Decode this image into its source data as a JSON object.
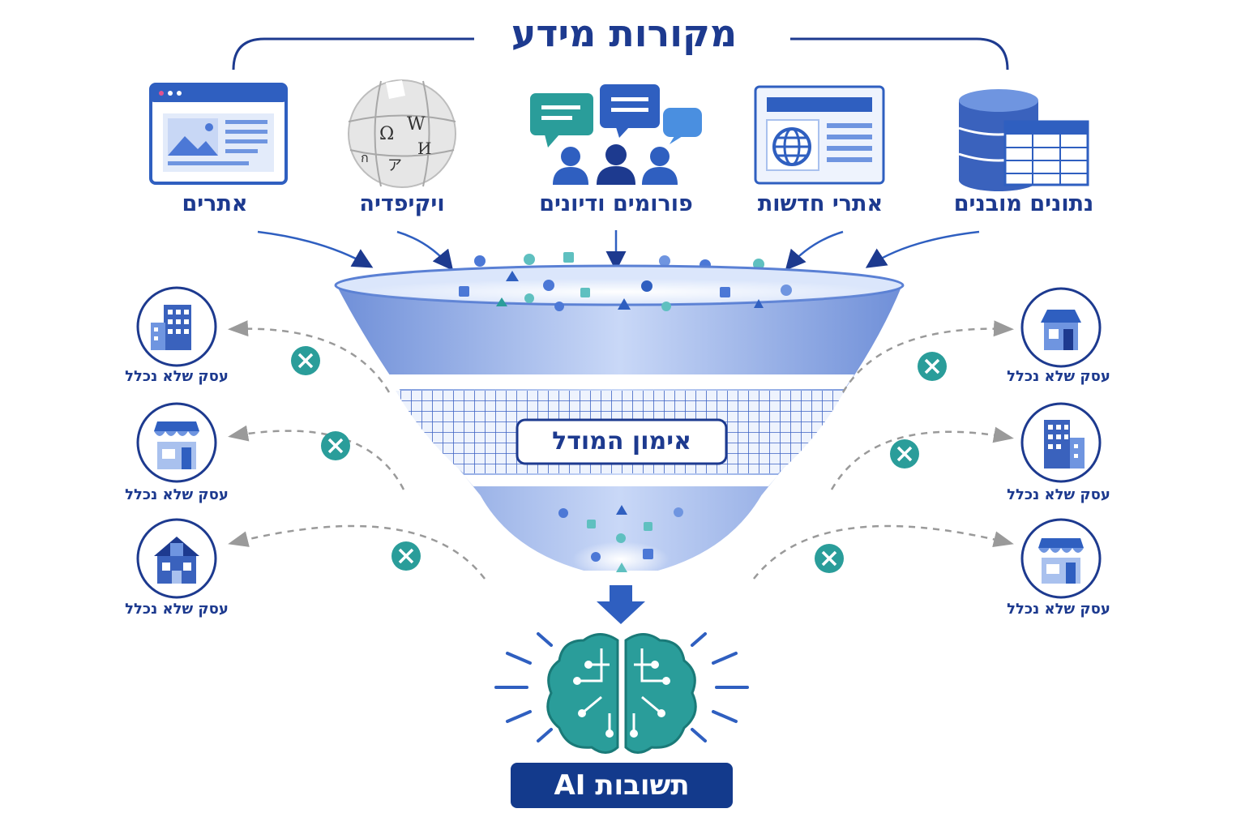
{
  "title": "מקורות מידע",
  "sources": [
    {
      "label": "נתונים מובנים",
      "icon": "database-table-icon"
    },
    {
      "label": "אתרי חדשות",
      "icon": "news-site-icon"
    },
    {
      "label": "פורומים ודיונים",
      "icon": "forum-discussion-icon"
    },
    {
      "label": "ויקיפדיה",
      "icon": "wikipedia-globe-icon"
    },
    {
      "label": "אתרים",
      "icon": "website-window-icon"
    }
  ],
  "funnel_label": "אימון המודל",
  "excluded_business_label": "עסק שלא נכלל",
  "excluded_businesses": {
    "left": [
      {
        "label": "עסק שלא נכלל",
        "icon": "office-building-icon"
      },
      {
        "label": "עסק שלא נכלל",
        "icon": "storefront-icon"
      },
      {
        "label": "עסק שלא נכלל",
        "icon": "house-icon"
      }
    ],
    "right": [
      {
        "label": "עסק שלא נכלל",
        "icon": "shop-house-icon"
      },
      {
        "label": "עסק שלא נכלל",
        "icon": "office-building-icon"
      },
      {
        "label": "עסק שלא נכלל",
        "icon": "storefront-icon"
      }
    ]
  },
  "output_label": "תשובות AI",
  "output_icon": "ai-brain-circuit-icon",
  "colors": {
    "navy": "#1d3a8f",
    "blue": "#2f5fc0",
    "teal": "#2a9d9a",
    "light_blue": "#a9c1ee",
    "gray_arrow": "#9a9a9a"
  }
}
